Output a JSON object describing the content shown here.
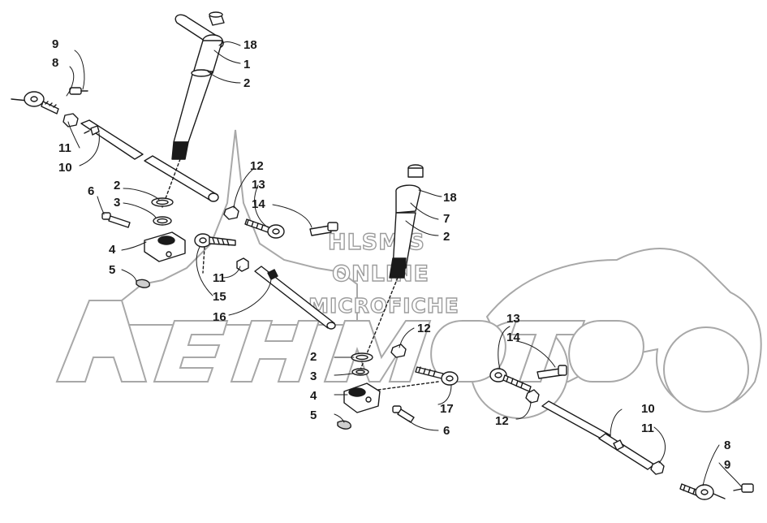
{
  "watermark": {
    "line1": "HLSM'S",
    "line2": "ONLINE",
    "line3": "MICROFICHE",
    "brand": "AeHMoTo"
  },
  "callouts": {
    "c_9a": "9",
    "c_8a": "8",
    "c_11a": "11",
    "c_10a": "10",
    "c_18a": "18",
    "c_1": "1",
    "c_2a": "2",
    "c_12a": "12",
    "c_13a": "13",
    "c_14a": "14",
    "c_2b": "2",
    "c_3a": "3",
    "c_6a": "6",
    "c_4a": "4",
    "c_5a": "5",
    "c_11b": "11",
    "c_15": "15",
    "c_16": "16",
    "c_18b": "18",
    "c_7": "7",
    "c_2c": "2",
    "c_12b": "12",
    "c_13b": "13",
    "c_14b": "14",
    "c_2d": "2",
    "c_3b": "3",
    "c_4b": "4",
    "c_5b": "5",
    "c_17": "17",
    "c_6b": "6",
    "c_12c": "12",
    "c_10b": "10",
    "c_11c": "11",
    "c_8b": "8",
    "c_9b": "9"
  },
  "colors": {
    "line": "#1a1a1a",
    "watermark_stroke": "#9c9c9c"
  }
}
